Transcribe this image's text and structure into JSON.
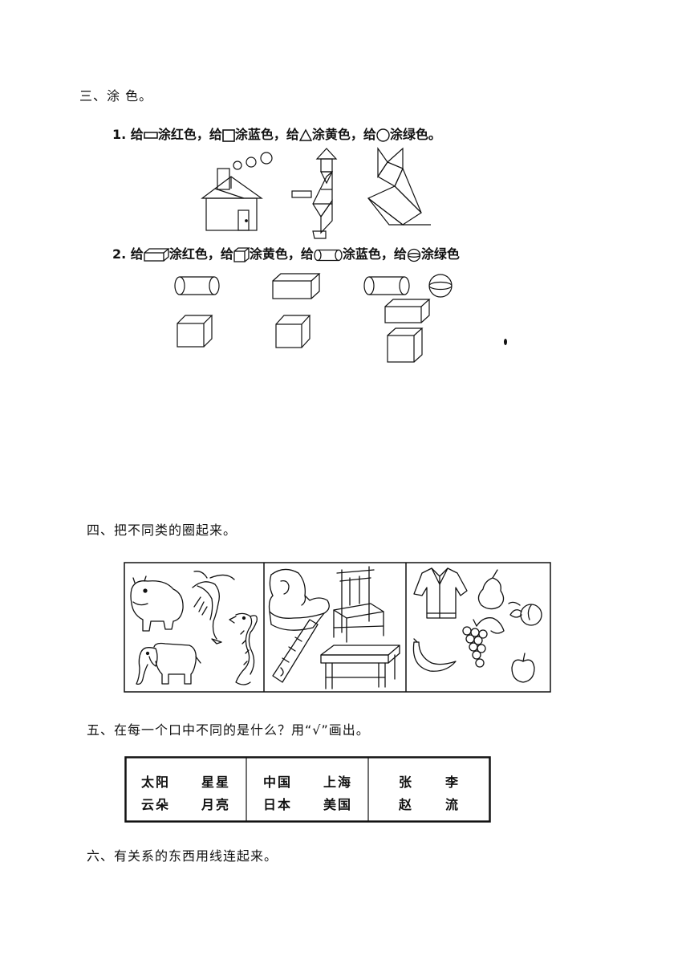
{
  "section3": {
    "heading": "三、涂  色。",
    "q1": {
      "num": "1.",
      "give": "给",
      "paint_red": "涂红色，",
      "paint_blue": "涂蓝色，",
      "paint_yellow": "涂黄色，",
      "paint_green": "涂绿色。"
    },
    "q2": {
      "num": "2.",
      "give": "给",
      "paint_red": "涂红色，",
      "paint_yellow": "涂黄色，",
      "paint_blue": "涂蓝色，",
      "paint_green": "涂绿色"
    }
  },
  "section4": {
    "heading": "四、把不同类的圈起来。",
    "groups": [
      [
        "hippo-icon",
        "shrimp-icon",
        "elephant-icon",
        "seahorse-icon"
      ],
      [
        "armchair-icon",
        "chair-icon",
        "ruler-icon",
        "table-icon"
      ],
      [
        "jacket-icon",
        "pear-icon",
        "peach-icon",
        "banana-icon",
        "grapes-icon",
        "apple-icon"
      ]
    ]
  },
  "section5": {
    "heading": "五、在每一个口中不同的是什么？用“√”画出。",
    "boxes": [
      {
        "row1": [
          "太阳",
          "星星"
        ],
        "row2": [
          "云朵",
          "月亮"
        ]
      },
      {
        "row1": [
          "中国",
          "上海"
        ],
        "row2": [
          "日本",
          "美国"
        ]
      },
      {
        "row1": [
          "张",
          "李"
        ],
        "row2": [
          "赵",
          "流"
        ]
      }
    ]
  },
  "section6": {
    "heading": "六、有关系的东西用线连起来。"
  }
}
